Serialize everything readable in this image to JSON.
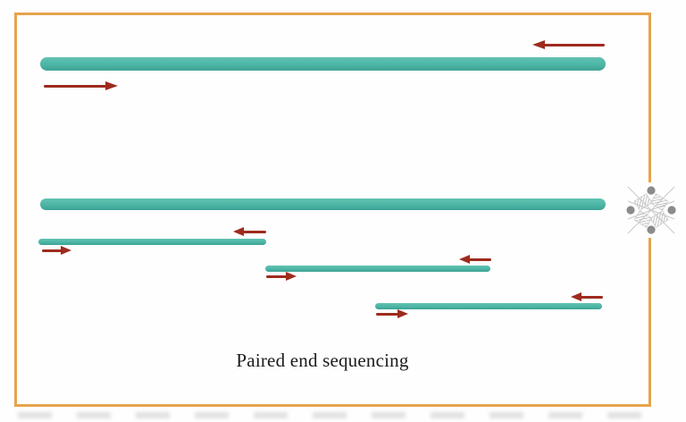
{
  "figure": {
    "caption": "Paired end sequencing",
    "colors": {
      "frame": "#E7A34C",
      "fragment": "#4CB5A5",
      "arrow": "#9E2B1D",
      "icon_dot": "#8B8B8B",
      "icon_line": "#C9C9C9"
    },
    "elements": [
      {
        "name": "genomic-dna-fragment-top",
        "type": "long-fragment",
        "reads": [
          {
            "name": "reverse-read",
            "direction": "left",
            "position": "above-right-end"
          },
          {
            "name": "forward-read",
            "direction": "right",
            "position": "below-left-end"
          }
        ]
      },
      {
        "name": "genomic-dna-fragment-middle",
        "type": "long-fragment",
        "reads": []
      },
      {
        "name": "paired-end-segment-1",
        "type": "short-fragment",
        "reads": [
          {
            "name": "reverse-read",
            "direction": "left",
            "position": "above-right-end"
          },
          {
            "name": "forward-read",
            "direction": "right",
            "position": "below-left-end"
          }
        ]
      },
      {
        "name": "paired-end-segment-2",
        "type": "short-fragment",
        "reads": [
          {
            "name": "reverse-read",
            "direction": "left",
            "position": "above-right-end"
          },
          {
            "name": "forward-read",
            "direction": "right",
            "position": "below-left-end"
          }
        ]
      },
      {
        "name": "paired-end-segment-3",
        "type": "short-fragment",
        "reads": [
          {
            "name": "reverse-read",
            "direction": "left",
            "position": "above-right-end"
          },
          {
            "name": "forward-read",
            "direction": "right",
            "position": "below-left-end"
          }
        ]
      }
    ],
    "icon": {
      "name": "cluster-crystal-icon",
      "location": "right-frame-edge"
    }
  }
}
